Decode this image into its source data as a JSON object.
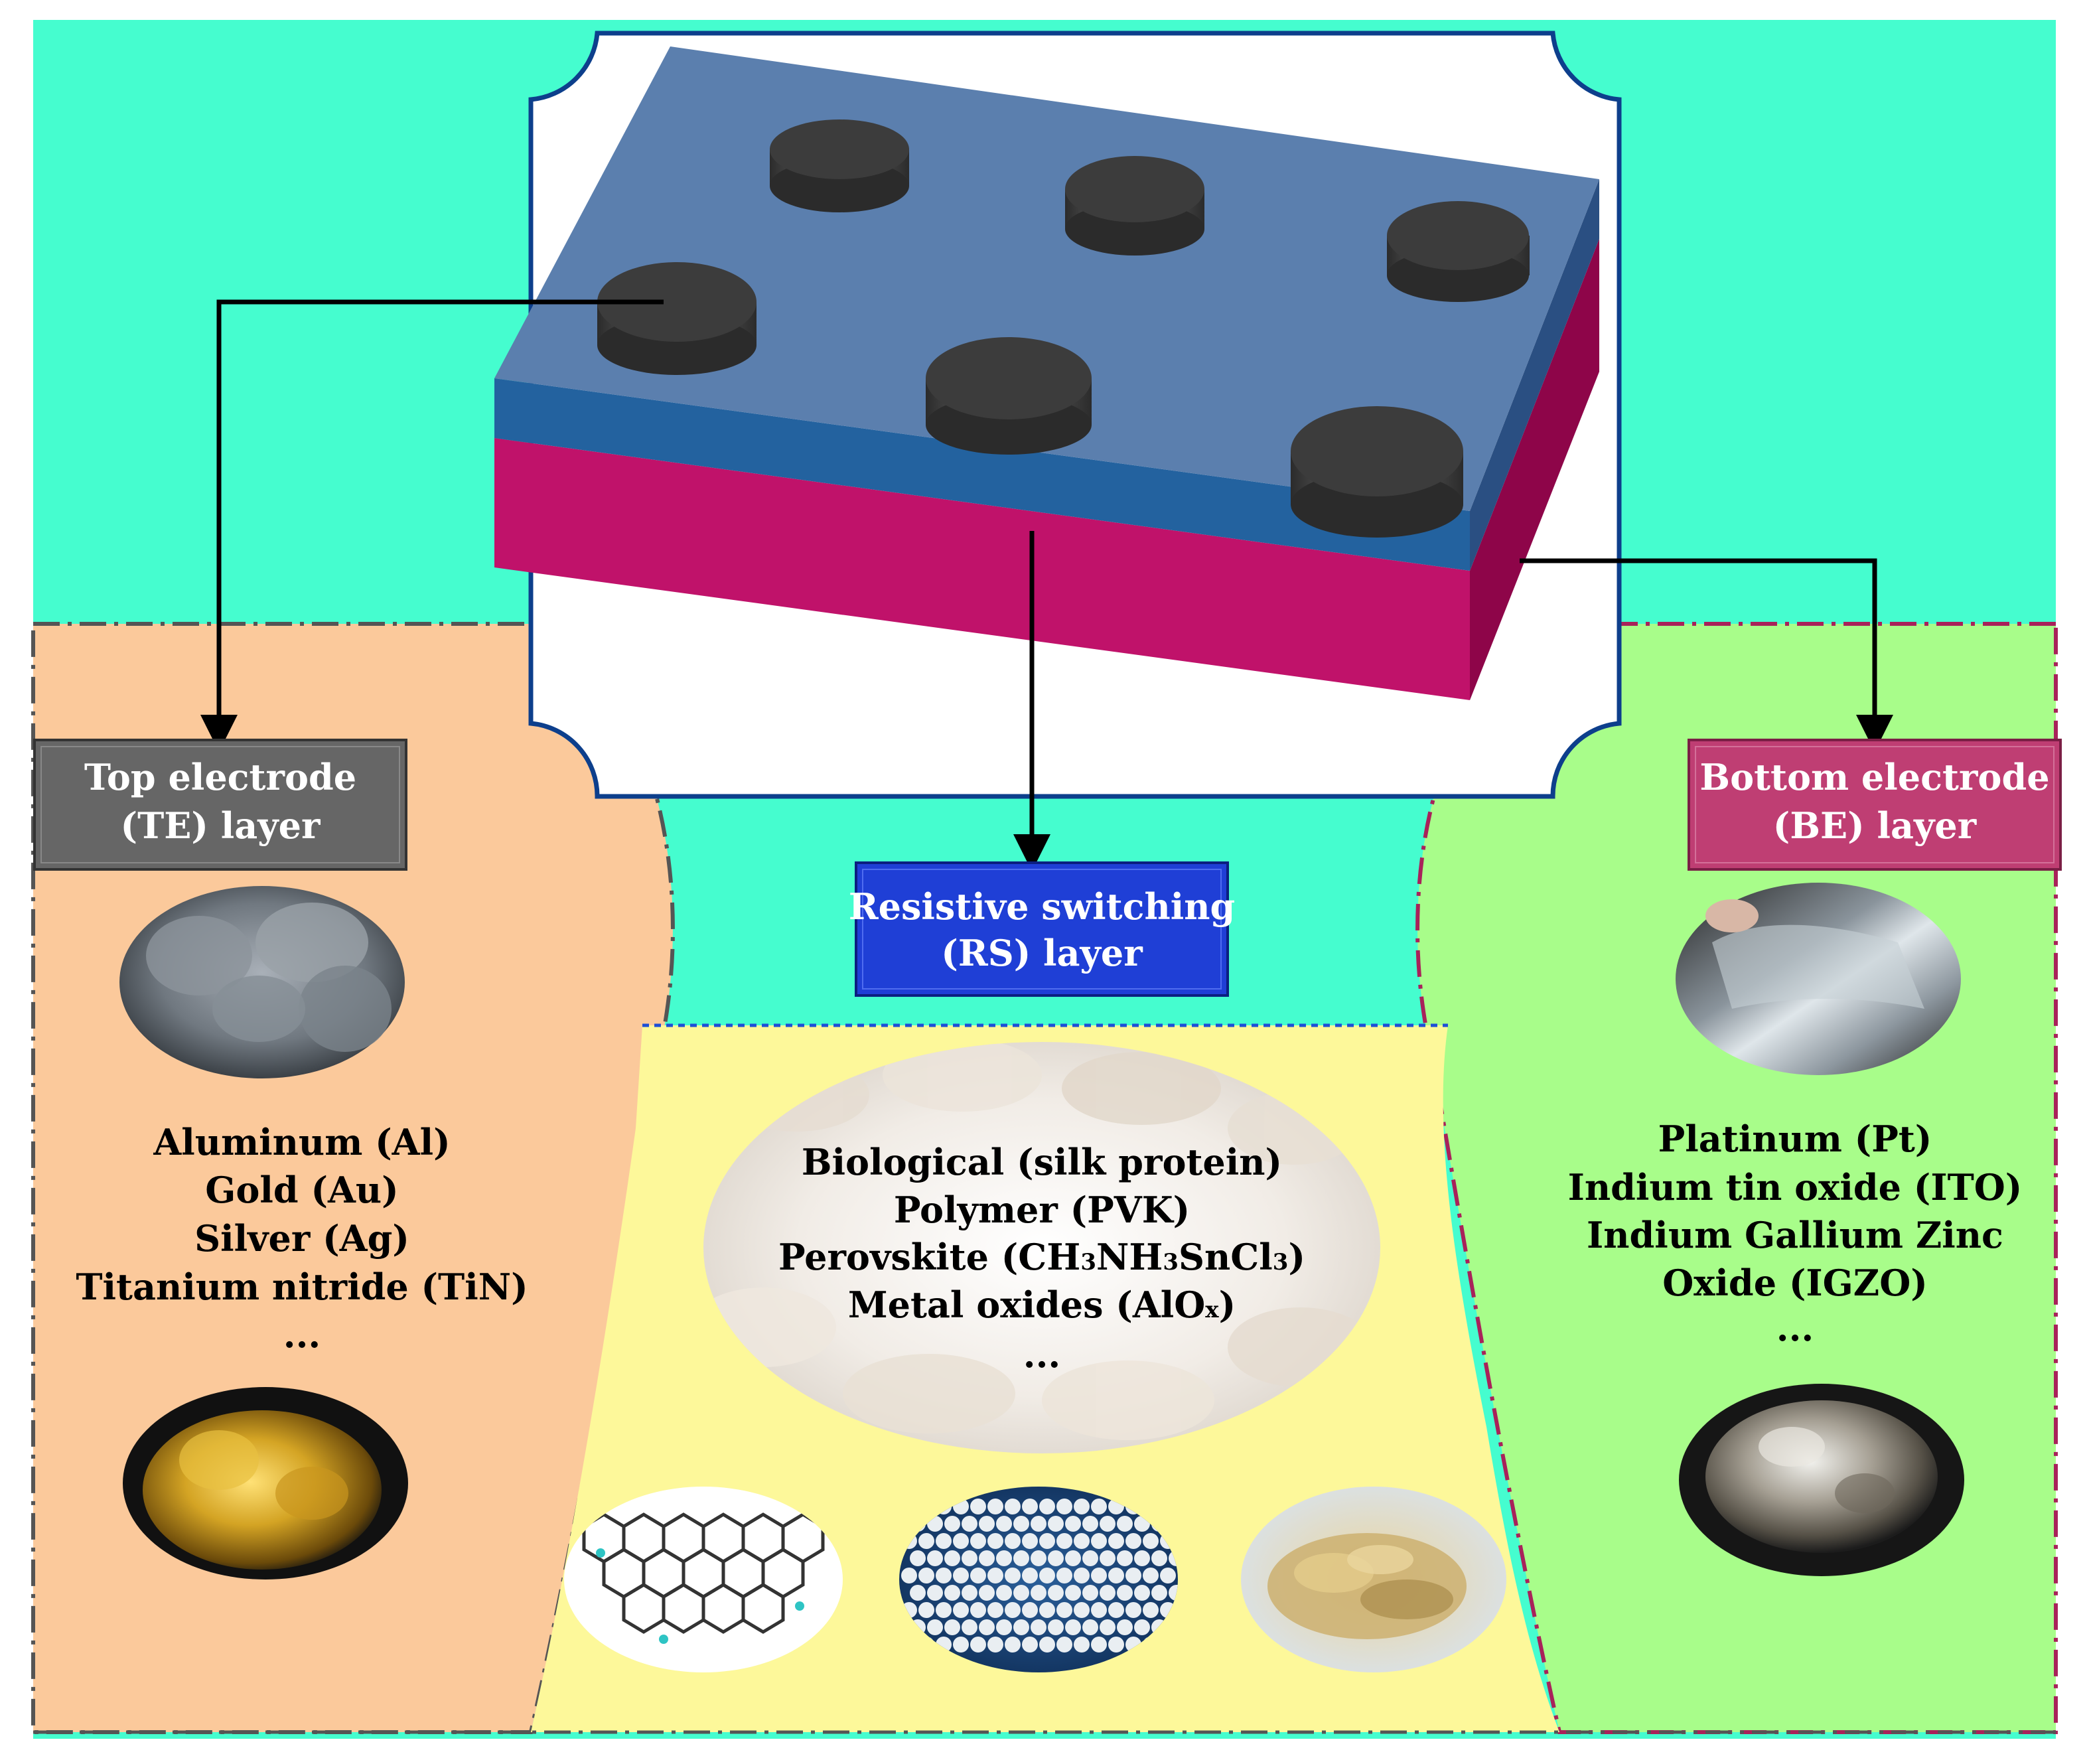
{
  "colors": {
    "background_teal": "#45fdcf",
    "top_electrode_panel": "#fbc99b",
    "bottom_electrode_panel": "#a8fd8a",
    "rs_panel": "#fdf89a",
    "device_blue": "#5b7fae",
    "device_magenta": "#b5075e",
    "electrode_gray": "#444444",
    "te_label_bg": "#666666",
    "be_label_bg": "#bf3e73",
    "rs_label_bg": "#1f3fd6"
  },
  "labels": {
    "te_title_line1": "Top electrode",
    "te_title_line2": "(TE) layer",
    "be_title_line1": "Bottom electrode",
    "be_title_line2": "(BE) layer",
    "rs_title_line1": "Resistive switching",
    "rs_title_line2": "(RS) layer"
  },
  "te_materials": [
    "Aluminum (Al)",
    "Gold (Au)",
    "Silver (Ag)",
    "Titanium nitride (TiN)",
    "..."
  ],
  "be_materials": [
    "Platinum (Pt)",
    "Indium tin oxide (ITO)",
    "Indium Gallium Zinc",
    "Oxide (IGZO)",
    "..."
  ],
  "rs_materials": {
    "line1": "Biological  (silk protein)",
    "line2": "Polymer  (PVK)",
    "line3_prefix": "Perovskite (CH",
    "line3_sub1": "3",
    "line3_mid1": "NH",
    "line3_sub2": "3",
    "line3_mid2": "SnCl",
    "line3_sub3": "3",
    "line3_suffix": ")",
    "line4_prefix": "Metal oxides (AlO",
    "line4_sub": "x",
    "line4_suffix": ")",
    "line5": "..."
  },
  "icons": {
    "te_top_photo": "aluminum-pellets-photo",
    "te_bottom_photo": "gold-nugget-photo",
    "be_top_photo": "ito-film-photo",
    "be_bottom_photo": "platinum-nugget-photo",
    "rs_main_photo": "silk-cocoons-photo",
    "rs_photo_1": "graphene-lattice-image",
    "rs_photo_2": "polymer-beads-photo",
    "rs_photo_3": "fiber-flakes-photo"
  }
}
